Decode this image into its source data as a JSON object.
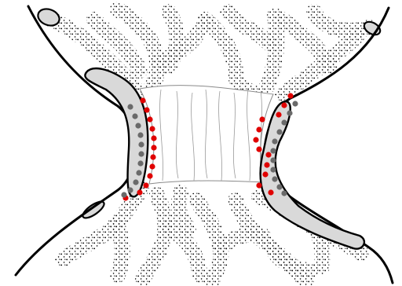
{
  "colors": {
    "background": "#ffffff",
    "outline": "#000000",
    "stipple": "#000000",
    "capsule_fill": "#d9d9d9",
    "fiber_line": "#8a8a8a",
    "red_dots": "#e00000",
    "grey_dots": "#6a6a6a"
  },
  "elements": {
    "left_membrane": "outer-boundary-left",
    "right_membrane": "outer-boundary-right",
    "center_bundle": "fiber-bundle",
    "left_dot_columns": [
      "red-dot-column",
      "grey-dot-column"
    ],
    "right_dot_columns": [
      "red-dot-column",
      "grey-dot-column"
    ]
  }
}
